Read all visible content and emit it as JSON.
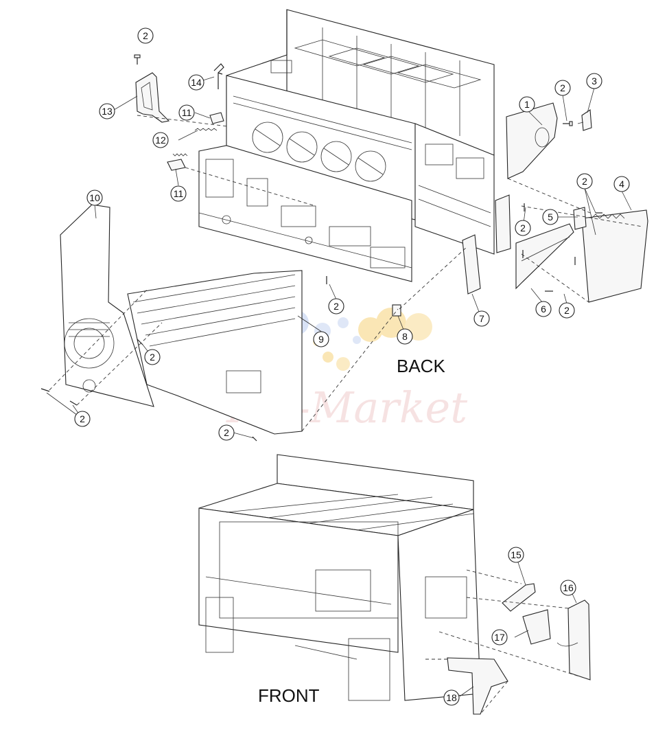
{
  "labels": {
    "back": "BACK",
    "front": "FRONT"
  },
  "watermark": {
    "text": "Ink-Market",
    "colors": [
      "#9fb7e6",
      "#f7d27a",
      "#e3a9a9"
    ]
  },
  "callouts": [
    "1",
    "2",
    "3",
    "4",
    "5",
    "6",
    "7",
    "8",
    "9",
    "10",
    "11",
    "12",
    "13",
    "14",
    "15",
    "16",
    "17",
    "18"
  ],
  "instances": {
    "c1": "1",
    "c2a": "2",
    "c2b": "2",
    "c2c": "2",
    "c2d": "2",
    "c2e": "2",
    "c2f": "2",
    "c2g": "2",
    "c2h": "2",
    "c2i": "2",
    "c3": "3",
    "c4": "4",
    "c5": "5",
    "c6": "6",
    "c7": "7",
    "c8": "8",
    "c9": "9",
    "c10": "10",
    "c11a": "11",
    "c11b": "11",
    "c12": "12",
    "c13": "13",
    "c14": "14",
    "c15": "15",
    "c16": "16",
    "c17": "17",
    "c18": "18"
  }
}
